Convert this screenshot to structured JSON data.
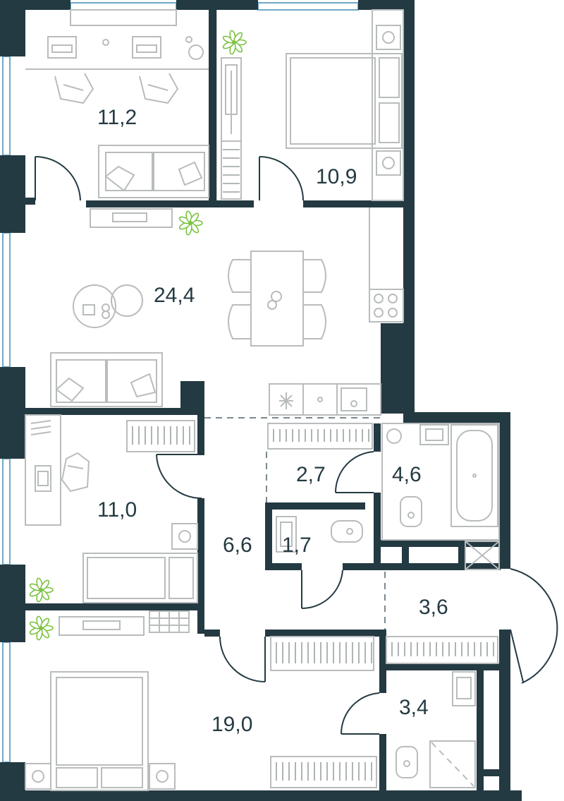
{
  "colors": {
    "wall": "#243a42",
    "label": "#243a42",
    "furniture": "#b9bcbd",
    "window": "#6fa9c8",
    "plant": "#7cc242"
  },
  "rooms": [
    {
      "id": "study-north",
      "area": "11,2"
    },
    {
      "id": "bedroom-north",
      "area": "10,9"
    },
    {
      "id": "living-kitchen",
      "area": "24,4"
    },
    {
      "id": "wardrobe-niche",
      "area": "2,7"
    },
    {
      "id": "bathroom",
      "area": "4,6"
    },
    {
      "id": "study-west",
      "area": "11,0"
    },
    {
      "id": "hallway",
      "area": "6,6"
    },
    {
      "id": "wc",
      "area": "1,7"
    },
    {
      "id": "corridor",
      "area": "3,6"
    },
    {
      "id": "bedroom-south",
      "area": "19,0"
    },
    {
      "id": "shower-room",
      "area": "3,4"
    }
  ],
  "icons": [
    "plant-icon",
    "hob-icon",
    "sink-icon",
    "toilet-icon",
    "bathtub-icon",
    "shower-tray-icon",
    "bed-icon",
    "sofa-icon",
    "desk-chair-icon",
    "dining-table-icon"
  ]
}
